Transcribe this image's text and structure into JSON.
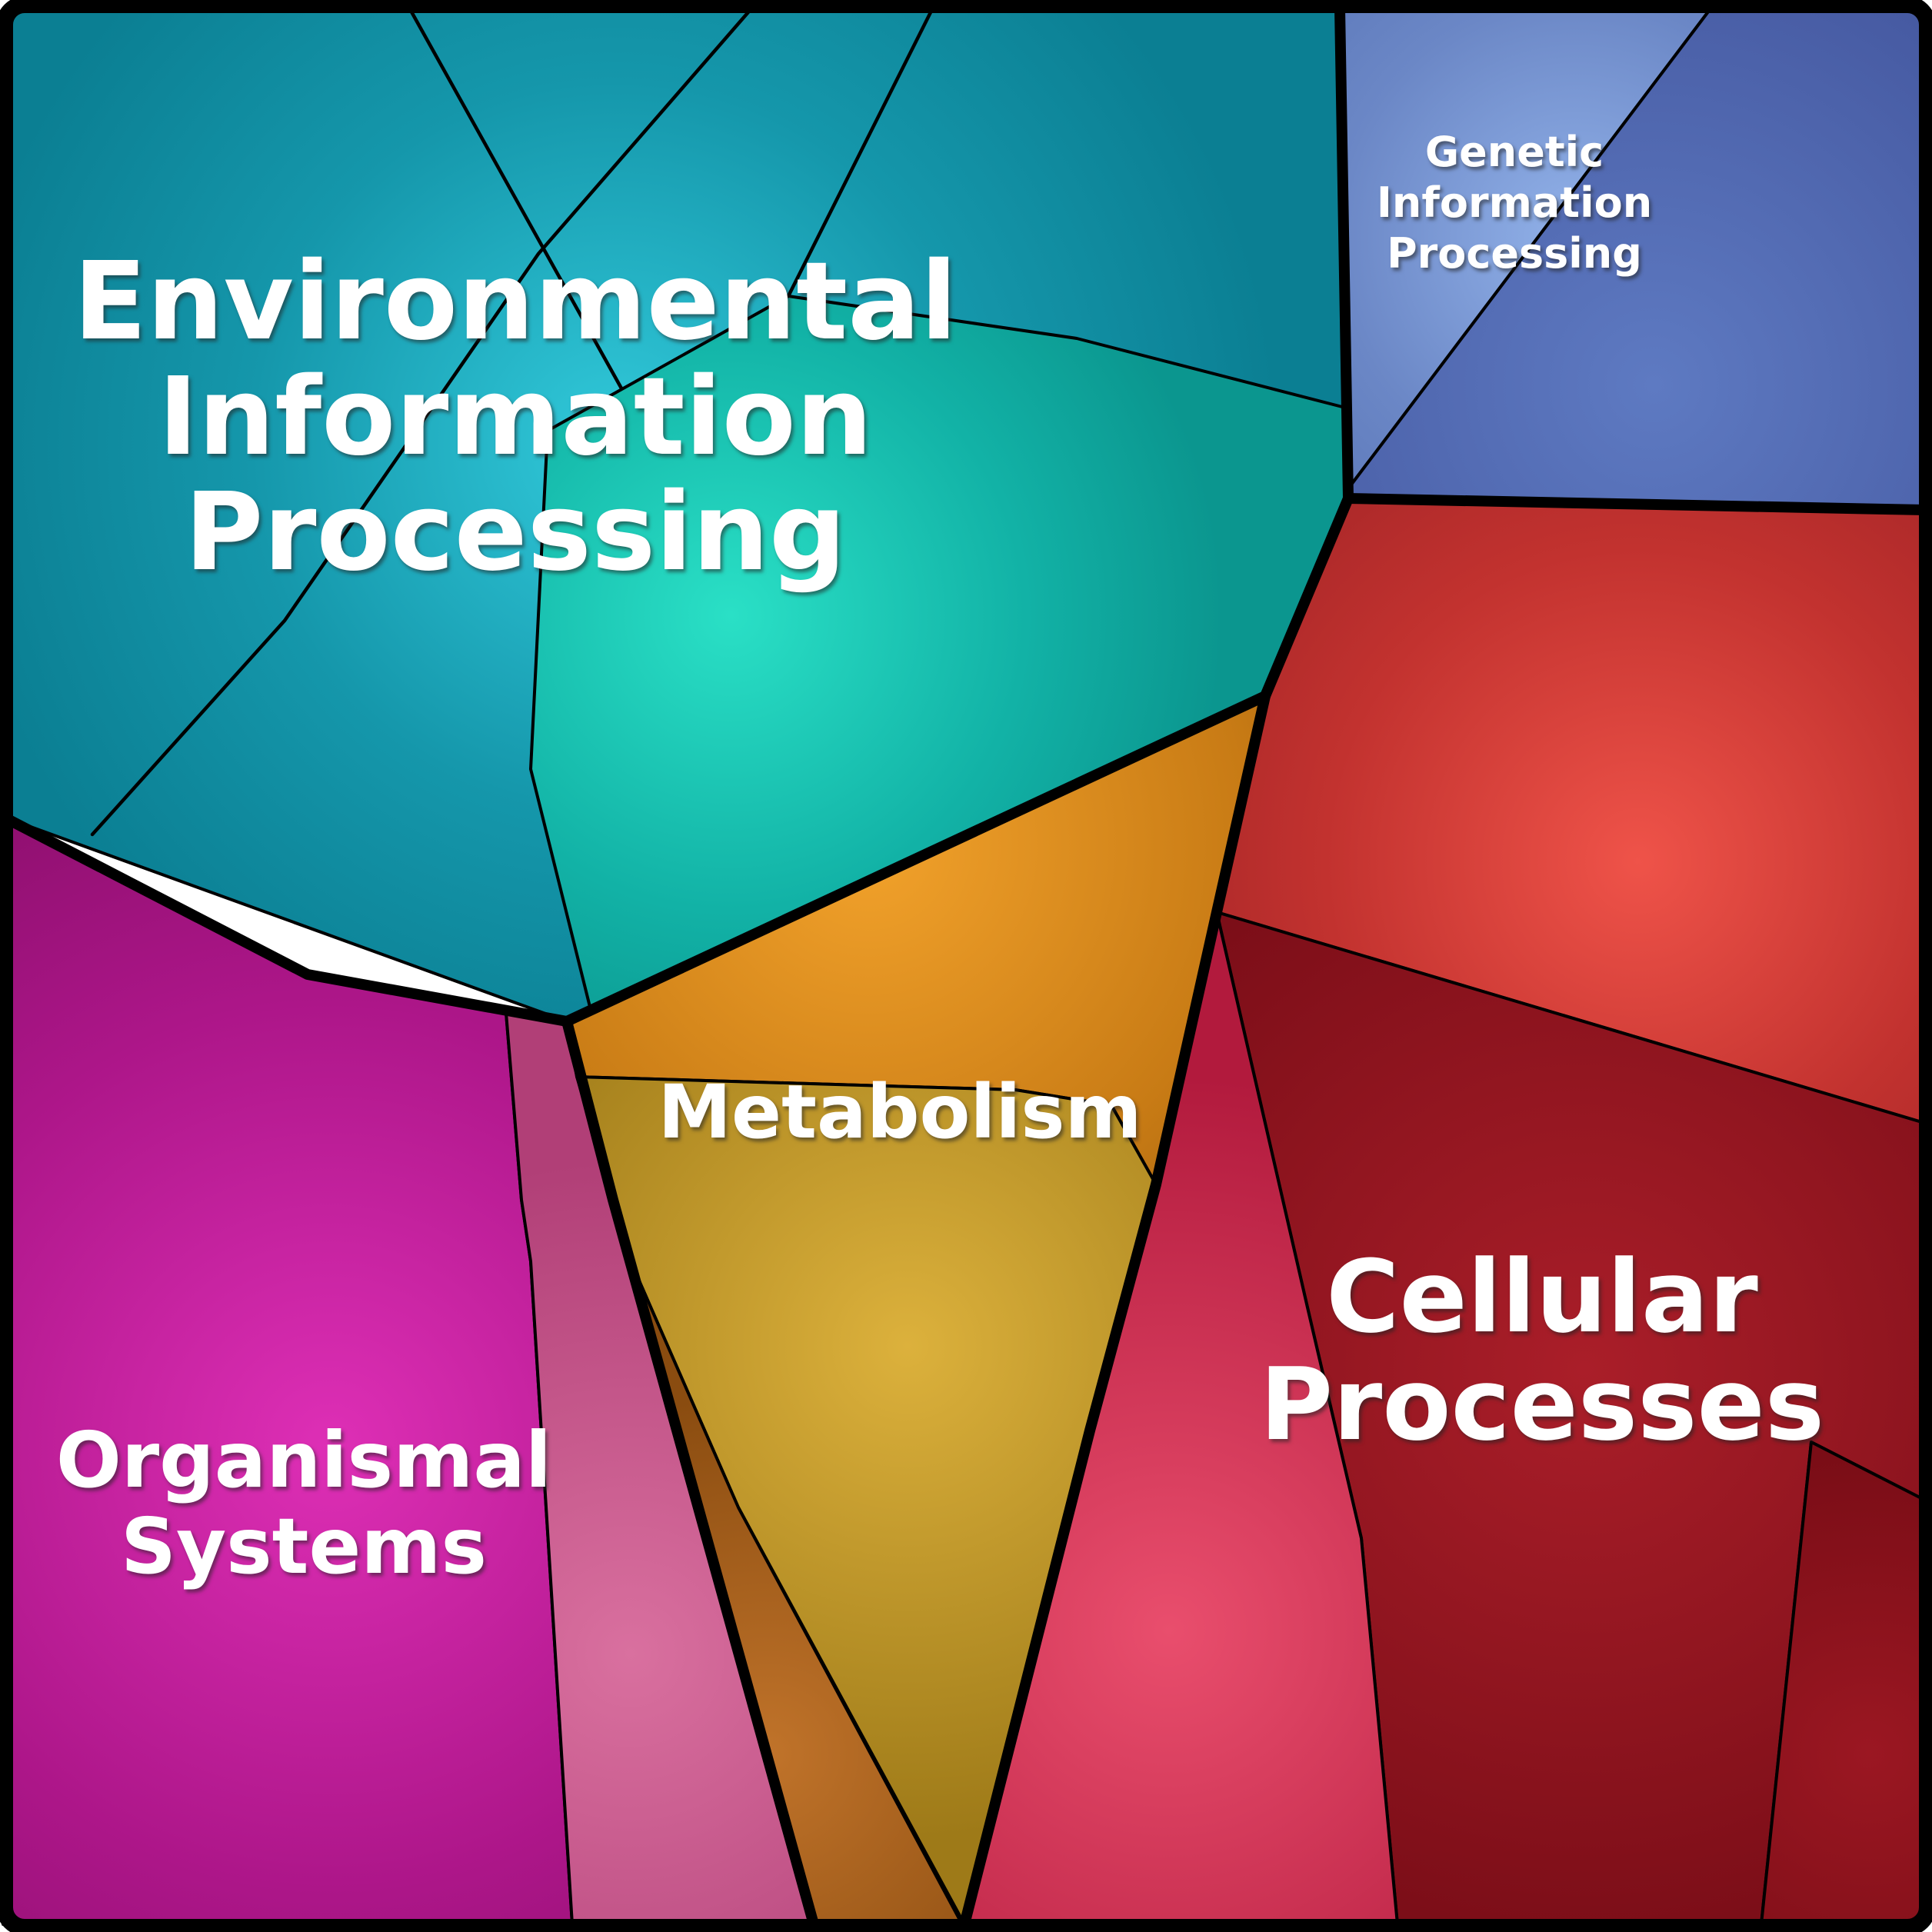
{
  "chart_data": {
    "type": "treemap",
    "variant": "voronoi-treemap",
    "title": "",
    "legend": "none",
    "categories": [
      "Environmental Information Processing",
      "Genetic Information Processing",
      "Cellular Processes",
      "Organismal Systems",
      "Metabolism"
    ],
    "approx_area_share_pct": [
      27,
      8,
      30,
      14,
      21
    ],
    "subcell_counts": [
      5,
      2,
      4,
      2,
      3
    ],
    "colors": {
      "environmental_teal_center": "#31c9da",
      "environmental_teal_edge": "#0b7f93",
      "environmental_green_center": "#2ae0c6",
      "environmental_green_edge": "#0b968f",
      "genetic_light_center": "#92b2e9",
      "genetic_light_edge": "#5a76b8",
      "genetic_dark_center": "#5e7ac2",
      "genetic_dark_edge": "#44579f",
      "cellular_bright_center": "#ef5349",
      "cellular_bright_edge": "#9f2326",
      "cellular_maroon_center": "#aa1e29",
      "cellular_maroon_edge": "#7c0e18",
      "cellular_southeast_center": "#9b1722",
      "cellular_southeast_edge": "#770c15",
      "cellular_crimson_center": "#e94e6d",
      "cellular_crimson_edge": "#b21a3d",
      "organismal_magenta_center": "#de2fb6",
      "organismal_magenta_edge": "#8c0f6d",
      "organismal_pink_center": "#d9709f",
      "organismal_pink_edge": "#b13f77",
      "metabolism_orange_center": "#f2a22b",
      "metabolism_orange_edge": "#9c5c0a",
      "metabolism_mustard_center": "#dcb13c",
      "metabolism_mustard_edge": "#9e7a18",
      "metabolism_darkorange_center": "#c0732a",
      "metabolism_darkorange_edge": "#8a4c10",
      "border": "#000000",
      "label_text": "#ffffff"
    }
  },
  "regions": {
    "environmental": {
      "name": "Environmental Information Processing",
      "label_lines": [
        "Environmental",
        "Information",
        "Processing"
      ]
    },
    "genetic": {
      "name": "Genetic Information Processing",
      "label_lines": [
        "Genetic",
        "Information",
        "Processing"
      ]
    },
    "cellular": {
      "name": "Cellular Processes",
      "label_lines": [
        "Cellular",
        "Processes"
      ]
    },
    "organismal": {
      "name": "Organismal Systems",
      "label_lines": [
        "Organismal",
        "Systems"
      ]
    },
    "metabolism": {
      "name": "Metabolism",
      "label_lines": [
        "Metabolism"
      ]
    }
  }
}
